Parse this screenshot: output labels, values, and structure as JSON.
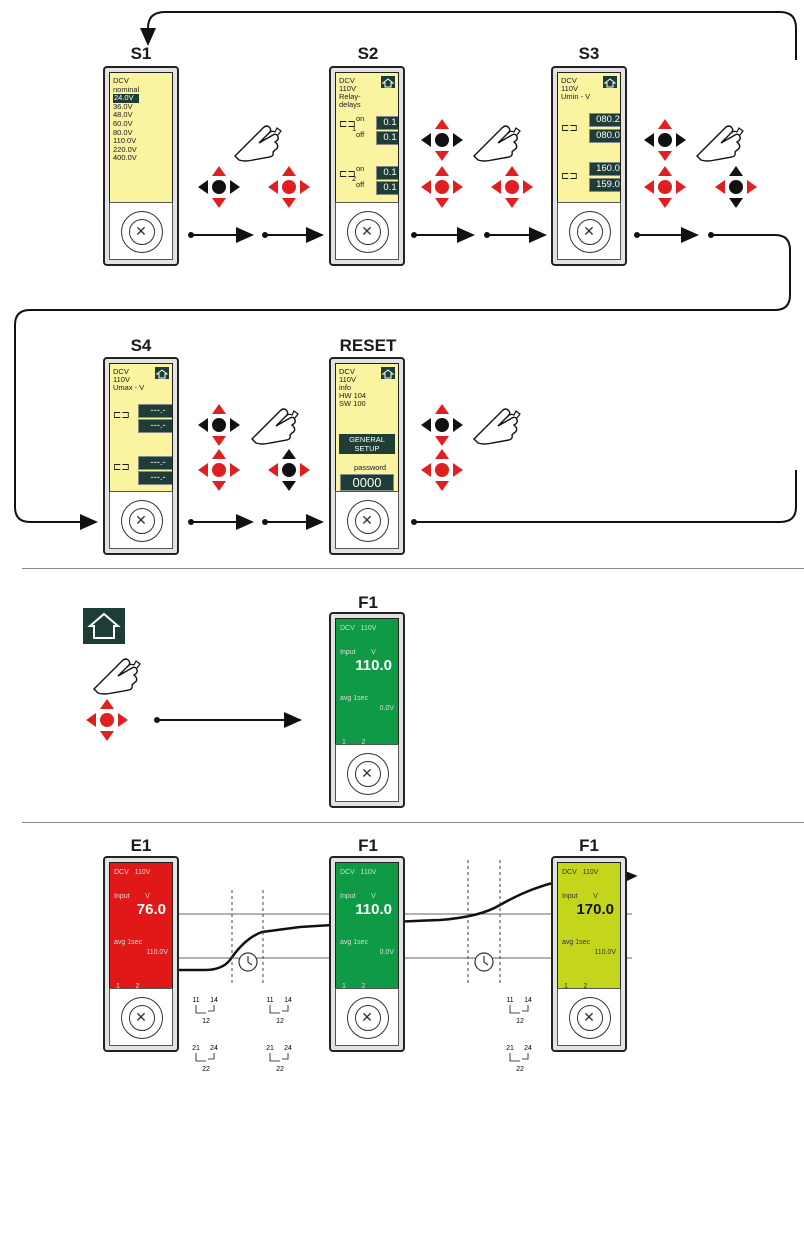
{
  "labels": {
    "s1": "S1",
    "s2": "S2",
    "s3": "S3",
    "s4": "S4",
    "reset": "RESET",
    "f1_mid": "F1",
    "e1": "E1",
    "f1_b": "F1",
    "f1_c": "F1"
  },
  "s1": {
    "line1": "DCV",
    "line2": "nominal",
    "items": [
      "24.0V",
      "36.0V",
      "48.0V",
      "60.0V",
      "80.0V",
      "110.0V",
      "220.0V",
      "400.0V"
    ],
    "selected": "24.0V"
  },
  "s2": {
    "line1": "DCV",
    "line2": "110V",
    "line3": "Relay-",
    "line4": "delays",
    "on1": "on",
    "off1": "off",
    "v1": "0.1",
    "v2": "0.1",
    "on2": "on",
    "off2": "off",
    "v3": "0.1",
    "v4": "0.1",
    "r1": "1",
    "r2": "2"
  },
  "s3": {
    "line1": "DCV",
    "line2": "110V",
    "line3": "Umin - V",
    "v1": "080.2",
    "v2": "080.0",
    "v3": "160.0",
    "v4": "159.0"
  },
  "s4": {
    "line1": "DCV",
    "line2": "110V",
    "line3": "Umax - V",
    "v1": "---.-",
    "v2": "---.-",
    "v3": "---.-",
    "v4": "---.-"
  },
  "reset": {
    "line1": "DCV",
    "line2": "110V",
    "line3": "info",
    "line4": "HW 104",
    "line5": "SW 100",
    "general": "GENERAL",
    "setup": "SETUP",
    "pw_label": "password",
    "pw": "0000"
  },
  "f1_mid": {
    "top": "DCV   110V",
    "input": "Input        V",
    "value": "110.0",
    "avg": "avg 1sec",
    "avgv": "0.0V",
    "relays": "1        2"
  },
  "e1": {
    "top": "DCV   110V",
    "input": "Input        V",
    "value": "76.0",
    "avg": "avg 1sec",
    "avgv": "110.0V",
    "relays": "1        2"
  },
  "f1_b": {
    "top": "DCV   110V",
    "input": "Input        V",
    "value": "110.0",
    "avg": "avg 1sec",
    "avgv": "0.0V",
    "relays": "1        2"
  },
  "f1_c": {
    "top": "DCV   110V",
    "input": "Input        V",
    "value": "170.0",
    "avg": "avg 1sec",
    "avgv": "110.0V",
    "relays": "1        2"
  },
  "relay_contacts": {
    "a11": "11",
    "a14": "14",
    "a12": "12",
    "a21": "21",
    "a24": "24",
    "a22": "22"
  },
  "colors": {
    "yellow": "#faf3a0",
    "green": "#0f9a45",
    "red": "#e01818",
    "lime": "#c4d61c",
    "dark": "#1e3d36",
    "arrow_red": "#e02020"
  }
}
